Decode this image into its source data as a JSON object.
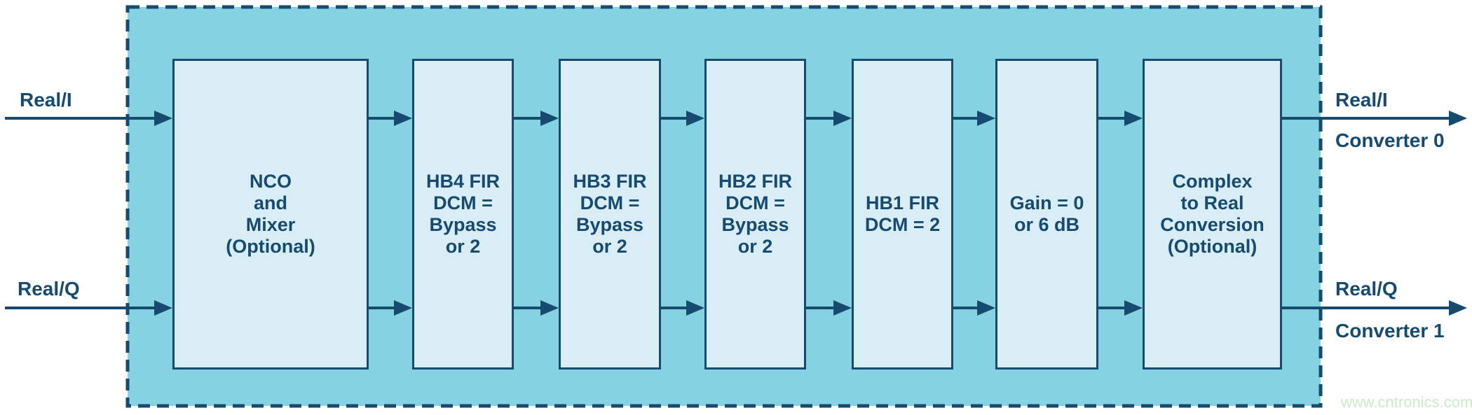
{
  "diagram": {
    "description": "DDC signal chain block diagram",
    "inputs": [
      {
        "label": "Real/I"
      },
      {
        "label": "Real/Q"
      }
    ],
    "outputs": [
      {
        "label": "Real/I",
        "sublabel": "Converter 0"
      },
      {
        "label": "Real/Q",
        "sublabel": "Converter 1"
      }
    ],
    "blocks": [
      {
        "name": "nco-mixer",
        "lines": [
          "NCO",
          "and",
          "Mixer",
          "(Optional)"
        ]
      },
      {
        "name": "hb4-fir",
        "lines": [
          "HB4 FIR",
          "DCM =",
          "Bypass",
          "or 2"
        ]
      },
      {
        "name": "hb3-fir",
        "lines": [
          "HB3 FIR",
          "DCM =",
          "Bypass",
          "or 2"
        ]
      },
      {
        "name": "hb2-fir",
        "lines": [
          "HB2 FIR",
          "DCM =",
          "Bypass",
          "or 2"
        ]
      },
      {
        "name": "hb1-fir",
        "lines": [
          "HB1 FIR",
          "DCM = 2"
        ]
      },
      {
        "name": "gain",
        "lines": [
          "Gain = 0",
          "or 6 dB"
        ]
      },
      {
        "name": "complex-to-real",
        "lines": [
          "Complex",
          "to Real",
          "Conversion",
          "(Optional)"
        ]
      }
    ],
    "watermark": "www.cntronics.com",
    "colors": {
      "region_fill": "#85d3e2",
      "block_fill": "#d9edf7",
      "line_navy": "#164a6f",
      "watermark_green": "#cde9c7",
      "page_background": "#ffffff"
    }
  }
}
